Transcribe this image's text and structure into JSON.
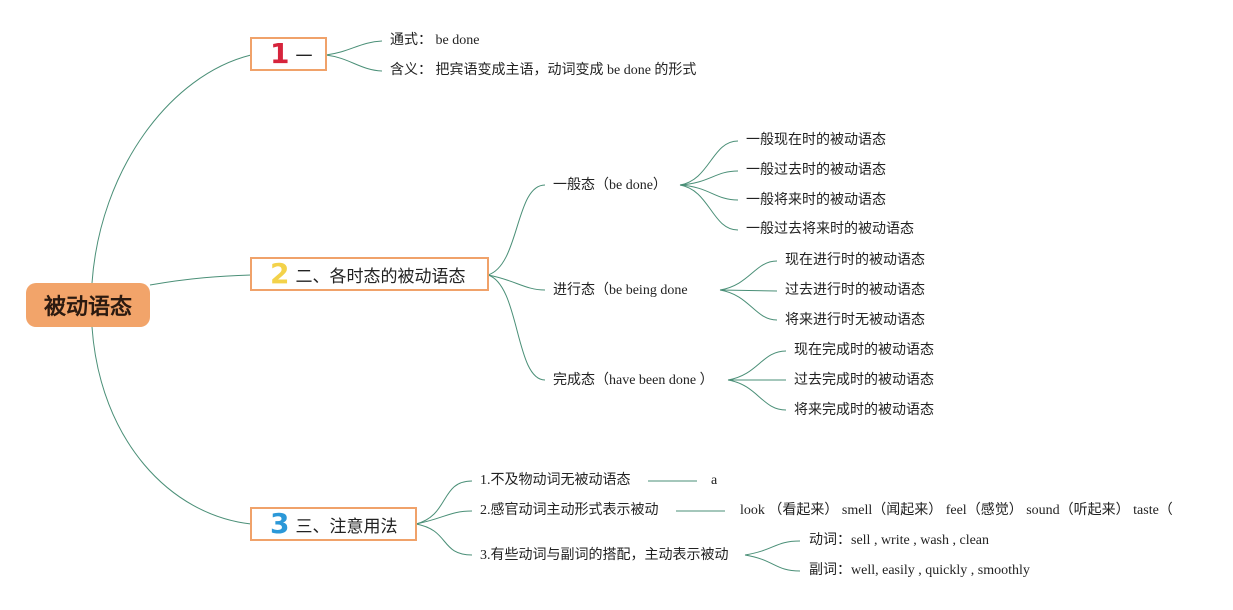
{
  "root": "被动语态",
  "sections": [
    {
      "num": "1",
      "label": "一"
    },
    {
      "num": "2",
      "label": "二、各时态的被动语态"
    },
    {
      "num": "3",
      "label": "三、注意用法"
    }
  ],
  "s1": {
    "formula": "通式：  be done",
    "meaning": "含义：  把宾语变成主语，动词变成 be done 的形式"
  },
  "s2": {
    "general": {
      "label": "一般态（be done）",
      "items": [
        "一般现在时的被动语态",
        "一般过去时的被动语态",
        "一般将来时的被动语态",
        "一般过去将来时的被动语态"
      ]
    },
    "progressive": {
      "label": "进行态（be being done",
      "items": [
        "现在进行时的被动语态",
        "过去进行时的被动语态",
        "将来进行时无被动语态"
      ]
    },
    "perfect": {
      "label": "完成态（have been done ）",
      "items": [
        "现在完成时的被动语态",
        "过去完成时的被动语态",
        "将来完成时的被动语态"
      ]
    }
  },
  "s3": {
    "u1": {
      "label": "1.不及物动词无被动语态",
      "note": "a"
    },
    "u2": {
      "label": "2.感官动词主动形式表示被动",
      "note": "look （看起来） smell（闻起来） feel（感觉） sound（听起来） taste（"
    },
    "u3": {
      "label": "3.有些动词与副词的搭配，主动表示被动",
      "verbs": "动词：sell , write , wash , clean",
      "adverbs": "副词：well, easily , quickly , smoothly"
    }
  },
  "colors": {
    "line": "#4a8f77",
    "root_fill": "#f2a46a",
    "box_border": "#f0a26a"
  }
}
